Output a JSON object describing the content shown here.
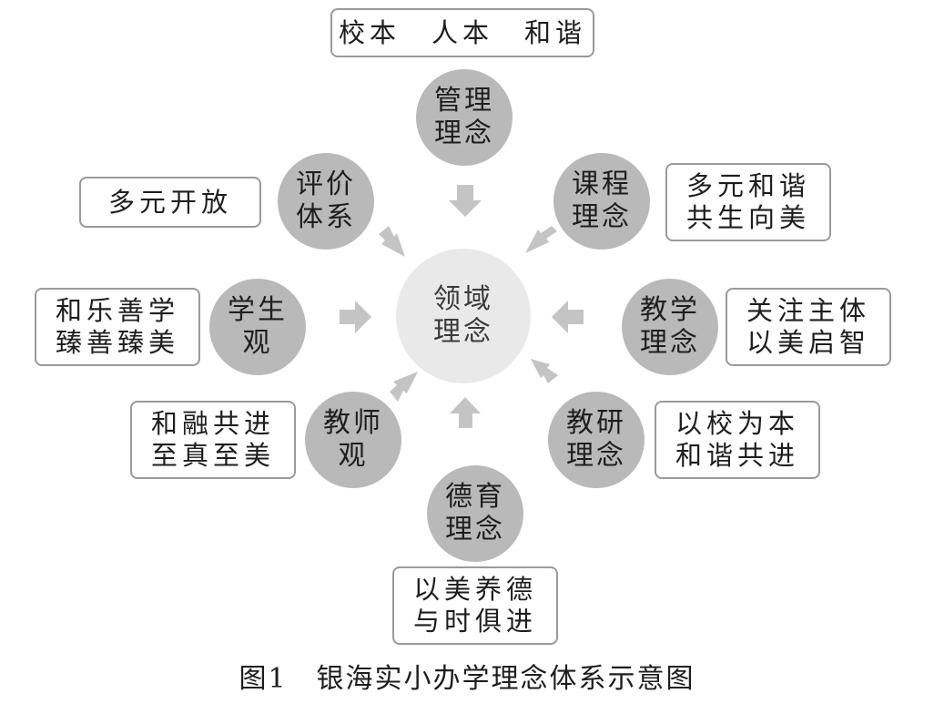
{
  "center": {
    "lines": [
      "领域",
      "理念"
    ]
  },
  "top_box": {
    "lines": [
      "校本　人本　和谐"
    ]
  },
  "nodes": {
    "guanli": {
      "lines": [
        "管理",
        "理念"
      ]
    },
    "kecheng": {
      "lines": [
        "课程",
        "理念"
      ]
    },
    "jiaoxue": {
      "lines": [
        "教学",
        "理念"
      ]
    },
    "jiaoyan": {
      "lines": [
        "教研",
        "理念"
      ]
    },
    "deyu": {
      "lines": [
        "德育",
        "理念"
      ]
    },
    "jiaoshi": {
      "lines": [
        "教师",
        "观"
      ]
    },
    "xuesheng": {
      "lines": [
        "学生",
        "观"
      ]
    },
    "pingjia": {
      "lines": [
        "评价",
        "体系"
      ]
    }
  },
  "boxes": {
    "kecheng": {
      "lines": [
        "多元和谐",
        "共生向美"
      ]
    },
    "jiaoxue": {
      "lines": [
        "关注主体",
        "以美启智"
      ]
    },
    "jiaoyan": {
      "lines": [
        "以校为本",
        "和谐共进"
      ]
    },
    "deyu": {
      "lines": [
        "以美养德",
        "与时俱进"
      ]
    },
    "jiaoshi": {
      "lines": [
        "和融共进",
        "至真至美"
      ]
    },
    "xuesheng": {
      "lines": [
        "和乐善学",
        "臻善臻美"
      ]
    },
    "pingjia": {
      "lines": [
        "多元开放"
      ]
    }
  },
  "caption": "图1　银海实小办学理念体系示意图",
  "colors": {
    "node_fill": "#b9b9b9",
    "center_fill": "#e9e9e9",
    "arrow_fill": "#c4c4c4",
    "box_border": "#9a9a9a",
    "text": "#1e1e1e"
  }
}
